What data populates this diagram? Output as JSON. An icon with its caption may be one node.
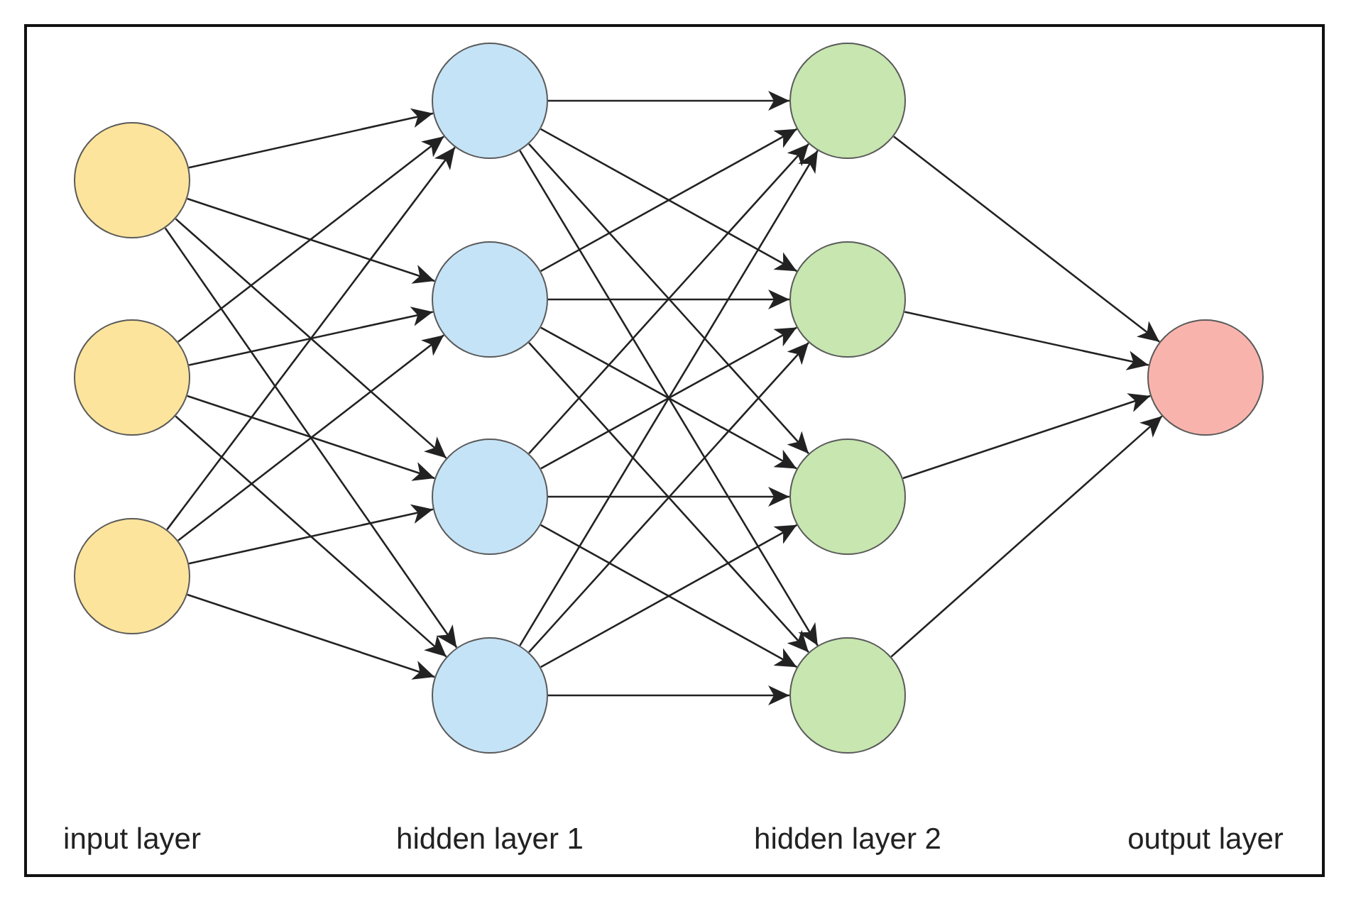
{
  "diagram": {
    "nodes": [
      {
        "text": [],
        "shape": "circle"
      },
      {
        "text": [],
        "shape": "circle"
      },
      {
        "text": [],
        "shape": "circle"
      },
      {
        "text": [],
        "shape": "circle"
      },
      {
        "text": [],
        "shape": "circle"
      },
      {
        "text": [],
        "shape": "circle"
      },
      {
        "text": [],
        "shape": "circle"
      },
      {
        "text": [],
        "shape": "circle"
      },
      {
        "text": [],
        "shape": "circle"
      },
      {
        "text": [],
        "shape": "circle"
      },
      {
        "text": [],
        "shape": "circle"
      },
      {
        "text": [],
        "shape": "circle"
      }
    ],
    "edges": [
      {
        "from": 0,
        "to": 3,
        "arrow": "to"
      },
      {
        "from": 0,
        "to": 4,
        "arrow": "to"
      },
      {
        "from": 0,
        "to": 5,
        "arrow": "to"
      },
      {
        "from": 0,
        "to": 6,
        "arrow": "to"
      },
      {
        "from": 1,
        "to": 3,
        "arrow": "to"
      },
      {
        "from": 1,
        "to": 4,
        "arrow": "to"
      },
      {
        "from": 1,
        "to": 5,
        "arrow": "to"
      },
      {
        "from": 1,
        "to": 6,
        "arrow": "to"
      },
      {
        "from": 2,
        "to": 3,
        "arrow": "to"
      },
      {
        "from": 2,
        "to": 4,
        "arrow": "to"
      },
      {
        "from": 2,
        "to": 5,
        "arrow": "to"
      },
      {
        "from": 2,
        "to": 6,
        "arrow": "to"
      },
      {
        "from": 3,
        "to": 7,
        "arrow": "to"
      },
      {
        "from": 3,
        "to": 8,
        "arrow": "to"
      },
      {
        "from": 3,
        "to": 9,
        "arrow": "to"
      },
      {
        "from": 3,
        "to": 10,
        "arrow": "to"
      },
      {
        "from": 4,
        "to": 7,
        "arrow": "to"
      },
      {
        "from": 4,
        "to": 8,
        "arrow": "to"
      },
      {
        "from": 4,
        "to": 9,
        "arrow": "to"
      },
      {
        "from": 4,
        "to": 10,
        "arrow": "to"
      },
      {
        "from": 5,
        "to": 7,
        "arrow": "to"
      },
      {
        "from": 5,
        "to": 8,
        "arrow": "to"
      },
      {
        "from": 5,
        "to": 9,
        "arrow": "to"
      },
      {
        "from": 5,
        "to": 10,
        "arrow": "to"
      },
      {
        "from": 6,
        "to": 7,
        "arrow": "to"
      },
      {
        "from": 6,
        "to": 8,
        "arrow": "to"
      },
      {
        "from": 6,
        "to": 9,
        "arrow": "to"
      },
      {
        "from": 6,
        "to": 10,
        "arrow": "to"
      },
      {
        "from": 7,
        "to": 11,
        "arrow": "to"
      },
      {
        "from": 8,
        "to": 11,
        "arrow": "to"
      },
      {
        "from": 9,
        "to": 11,
        "arrow": "to"
      },
      {
        "from": 10,
        "to": 11,
        "arrow": "to"
      }
    ],
    "labels": [
      "input layer",
      "hidden layer 1",
      "hidden layer 2",
      "output layer"
    ]
  }
}
